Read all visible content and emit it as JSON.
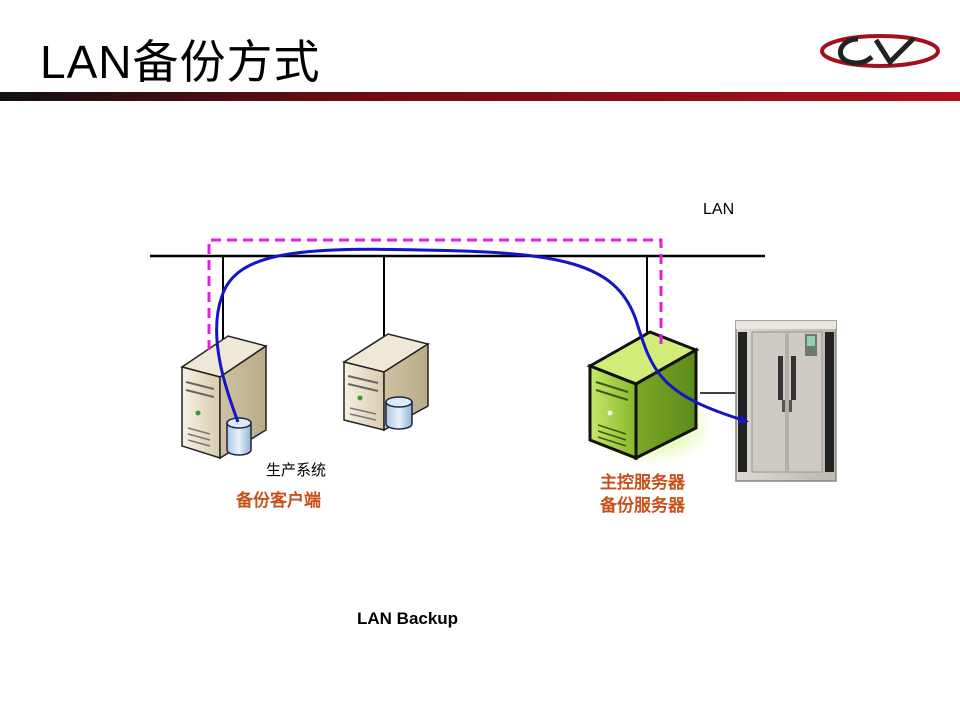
{
  "slide": {
    "title": "LAN备份方式",
    "accent_color": "#a50f1c",
    "logo_icon": "cv-logo"
  },
  "diagram": {
    "network_label": "LAN",
    "production_label": "生产系统",
    "client_label": "备份客户端",
    "master_server_label": "主控服务器",
    "backup_server_label": "备份服务器",
    "caption": "LAN Backup",
    "colors": {
      "data_path": "#1414c8",
      "control_path": "#e020e0",
      "label_accent": "#c8501a",
      "server_highlight": "#9ccc2e"
    },
    "icons": [
      "server-icon",
      "database-icon",
      "tape-library-icon"
    ]
  }
}
